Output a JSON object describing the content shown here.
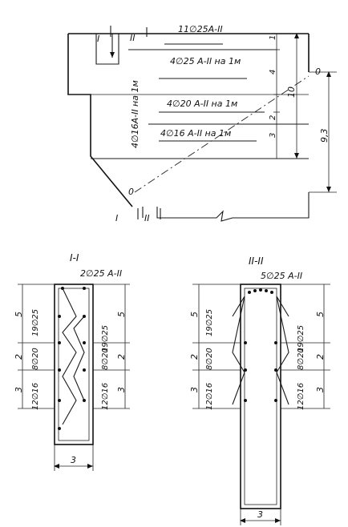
{
  "elevation": {
    "section_mark_1": "I",
    "section_mark_2": "II",
    "bars_top": "11∅25А-II",
    "bars_row_1": "4∅25 А-II на 1м",
    "bars_row_2": "4∅20 А-II на 1м",
    "bars_row_3": "4∅16 А-II на 1м",
    "bars_vertical": "4∅16А-II на 1м",
    "axis_mark": "0",
    "dim_1": "1",
    "dim_4": "4",
    "dim_2": "2",
    "dim_3": "3",
    "dim_10": "10",
    "dim_93": "9,3"
  },
  "section_1": {
    "title": "I-I",
    "top_bars": "2∅25 А-II",
    "left_upper": "19∅25",
    "left_mid": "8∅20",
    "left_lower": "12∅16",
    "right_upper": "19∅25",
    "right_mid": "8∅20",
    "right_lower": "12∅16",
    "dim_5": "5",
    "dim_2": "2",
    "dim_3": "3",
    "width": "3"
  },
  "section_2": {
    "title": "II-II",
    "top_bars": "5∅25 А-II",
    "left_upper": "19∅25",
    "left_mid": "8∅20",
    "left_lower": "12∅16",
    "right_upper": "19∅25",
    "right_mid": "8∅20",
    "right_lower": "12∅16",
    "dim_5": "5",
    "dim_2": "2",
    "dim_3": "3",
    "width": "3"
  }
}
